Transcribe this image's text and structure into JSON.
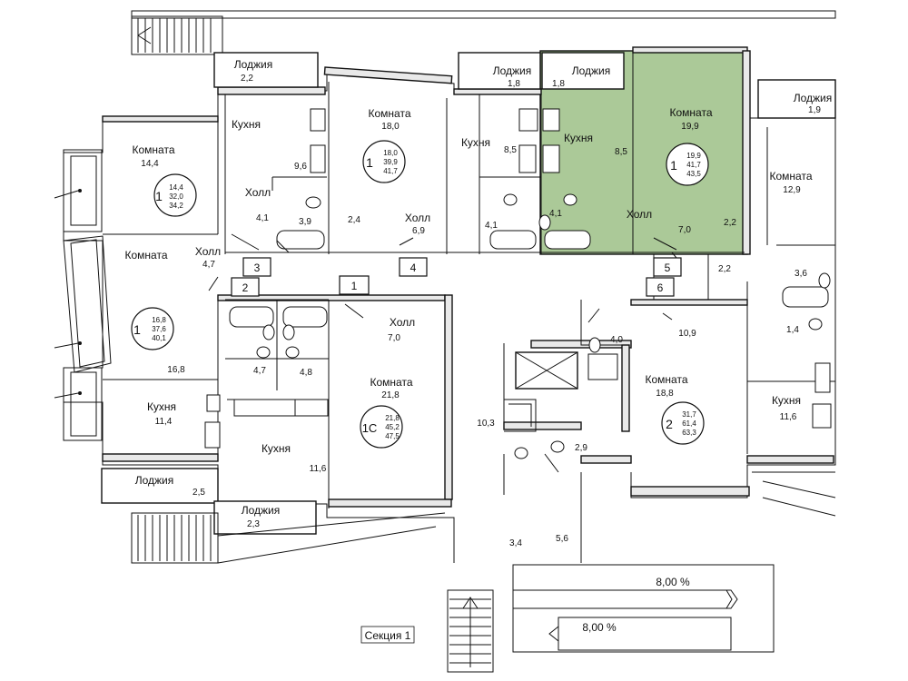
{
  "colors": {
    "highlight": "#9cbf86",
    "wall_fill": "#e9e9e9",
    "line": "#111111"
  },
  "section_label": "Секция 1",
  "ramps": [
    {
      "id": "ramp-upper",
      "label": "8,00 %"
    },
    {
      "id": "ramp-lower",
      "label": "8,00 %"
    }
  ],
  "entrances": [
    "1",
    "2",
    "3",
    "4",
    "5",
    "6"
  ],
  "apartments": [
    {
      "id": "apt-1-left",
      "rooms": "1",
      "living": "14,4",
      "area1": "32,0",
      "area2": "34,2"
    },
    {
      "id": "apt-1-left-lower",
      "rooms": "1",
      "living": "16,8",
      "area1": "37,6",
      "area2": "40,1"
    },
    {
      "id": "apt-1-top",
      "rooms": "1",
      "living": "18,0",
      "area1": "39,9",
      "area2": "41,7"
    },
    {
      "id": "apt-1-selected",
      "rooms": "1",
      "living": "19,9",
      "area1": "41,7",
      "area2": "43,5"
    },
    {
      "id": "apt-1c",
      "rooms": "1С",
      "living": "21,8",
      "area1": "45,2",
      "area2": "47,5"
    },
    {
      "id": "apt-2",
      "rooms": "2",
      "living": "31,7",
      "area1": "61,4",
      "area2": "63,3"
    }
  ],
  "rooms": [
    {
      "name": "Лоджия",
      "area": "2,2"
    },
    {
      "name": "Лоджия",
      "area": "1,8"
    },
    {
      "name": "Лоджия",
      "area": "1,8"
    },
    {
      "name": "Лоджия",
      "area": "1,9"
    },
    {
      "name": "Лоджия",
      "area": "2,5"
    },
    {
      "name": "Лоджия",
      "area": "2,3"
    },
    {
      "name": "Комната",
      "area": "14,4"
    },
    {
      "name": "Комната",
      "area": "18,0"
    },
    {
      "name": "Комната",
      "area": "19,9"
    },
    {
      "name": "Комната",
      "area": "12,9"
    },
    {
      "name": "Комната",
      "area": "16,8"
    },
    {
      "name": "Комната",
      "area": "21,8"
    },
    {
      "name": "Комната",
      "area": "18,8"
    },
    {
      "name": "Кухня",
      "area": "9,6"
    },
    {
      "name": "Кухня",
      "area": "8,5"
    },
    {
      "name": "Кухня",
      "area": "8,5"
    },
    {
      "name": "Кухня",
      "area": "11,4"
    },
    {
      "name": "Кухня",
      "area": "11,6"
    },
    {
      "name": "Кухня",
      "area": "11,6"
    },
    {
      "name": "Холл",
      "area": "4,1"
    },
    {
      "name": "Холл",
      "area": "6,9"
    },
    {
      "name": "Холл",
      "area": "7,0"
    },
    {
      "name": "Холл",
      "area": "4,7"
    },
    {
      "name": "Холл",
      "area": "7,0"
    }
  ],
  "small_areas": [
    "3,9",
    "2,4",
    "4,1",
    "4,1",
    "2,2",
    "2,2",
    "3,6",
    "1,4",
    "4,0",
    "10,9",
    "4,7",
    "4,8",
    "10,3",
    "2,9",
    "3,4",
    "5,6"
  ]
}
